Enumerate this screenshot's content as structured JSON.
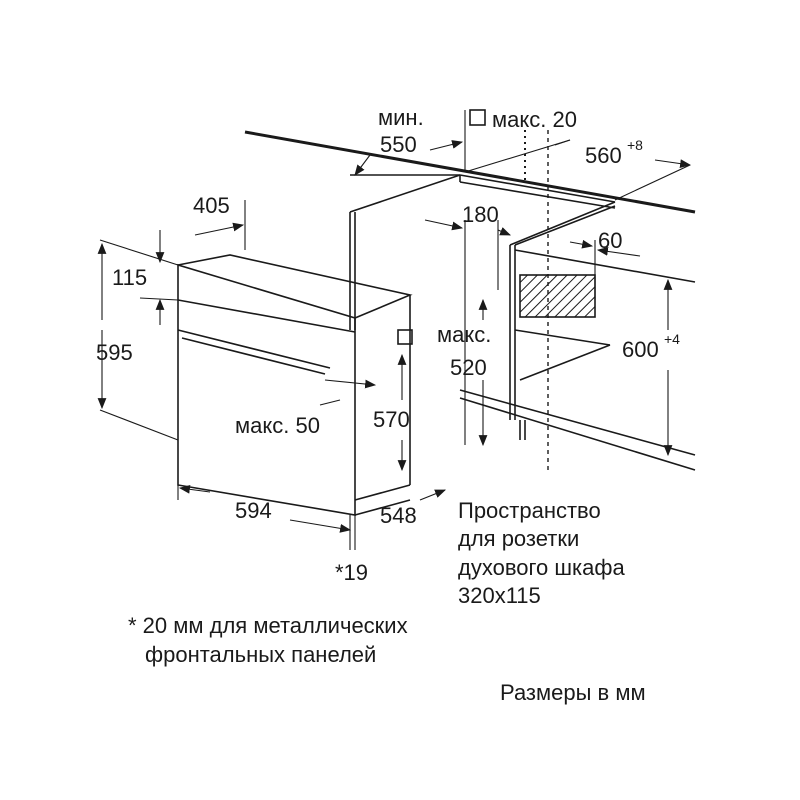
{
  "diagram": {
    "labels": {
      "min": "мин.",
      "depth_min": "550",
      "max_gap": "макс. 20",
      "niche_width": "560",
      "niche_width_tol": "+8",
      "oven_depth_top": "405",
      "back_gap": "180",
      "socket_offset": "60",
      "panel_height": "115",
      "oven_height": "595",
      "max": "макс.",
      "max_depth": "520",
      "niche_height": "600",
      "niche_height_tol": "+4",
      "handle_max": "макс. 50",
      "inner_height": "570",
      "oven_width": "594",
      "body_depth": "548",
      "front_offset": "*19"
    },
    "socket_note": [
      "Пространство",
      "для розетки",
      "духового шкафа",
      "320x115"
    ],
    "footnote": [
      "* 20 мм для металлических",
      "фронтальных панелей"
    ],
    "units_note": "Размеры в мм"
  }
}
